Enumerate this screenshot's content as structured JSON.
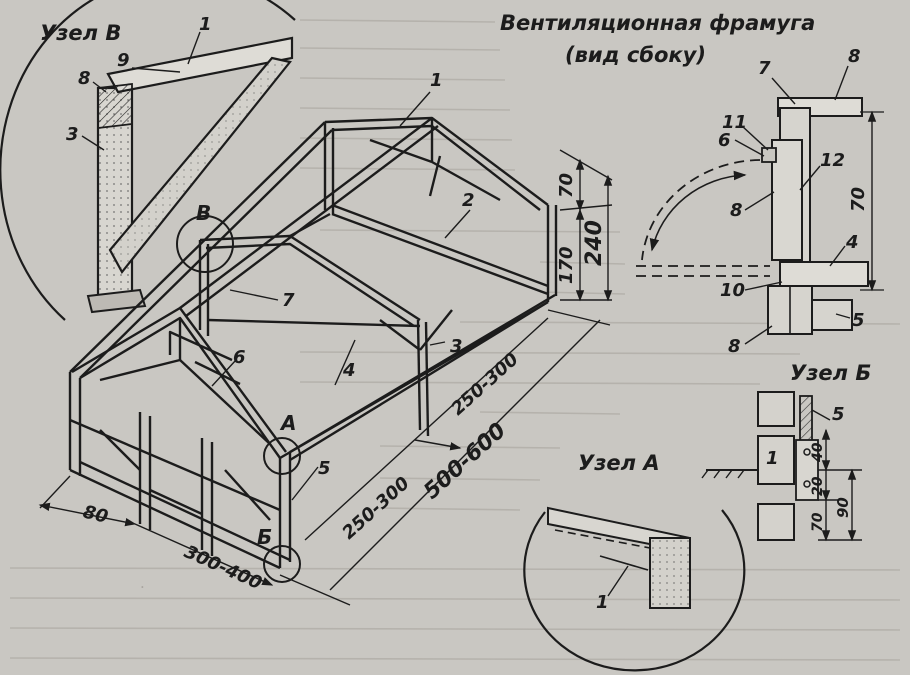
{
  "title": {
    "line1": "Вентиляционная фрамуга",
    "line2": "(вид сбоку)"
  },
  "nodes": {
    "v_title": "Узел В",
    "a_title": "Узел А",
    "b_title": "Узел Б",
    "v_marker": "В",
    "a_marker": "А",
    "b_marker": "Б"
  },
  "callouts": {
    "main_1": "1",
    "main_2": "2",
    "main_3": "3",
    "main_4": "4",
    "main_5": "5",
    "main_6": "6",
    "main_7": "7",
    "v_1": "1",
    "v_9": "9",
    "v_8": "8",
    "v_3": "3",
    "f_7": "7",
    "f_8_top": "8",
    "f_11": "11",
    "f_6": "6",
    "f_12": "12",
    "f_8_mid": "8",
    "f_4": "4",
    "f_10": "10",
    "f_5": "5",
    "f_8_bot": "8",
    "a_1": "1",
    "b_5": "5",
    "b_1": "1"
  },
  "dimensions": {
    "h_70": "70",
    "h_170": "170",
    "h_240": "240",
    "len_250_300_a": "250-300",
    "len_250_300_b": "250-300",
    "len_500_600": "500-600",
    "w_80": "80",
    "w_300_400": "300-400",
    "f_70": "70",
    "b_40": "40",
    "b_20": "20",
    "b_70": "70",
    "b_90": "90"
  }
}
